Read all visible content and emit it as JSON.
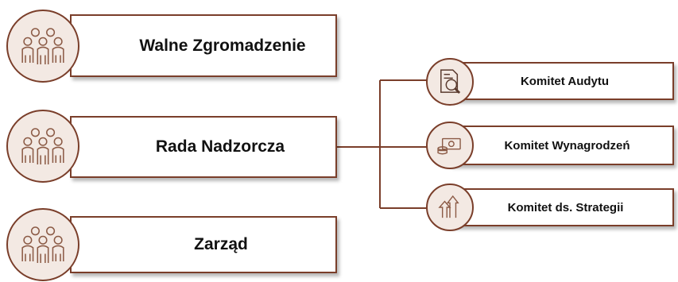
{
  "colors": {
    "border": "#7a3e2a",
    "circle_fill": "#f3e9e3",
    "icon_stroke": "#8b5a45",
    "text": "#111111"
  },
  "bodies": [
    {
      "label": "Walne Zgromadzenie",
      "icon": "people-group-icon"
    },
    {
      "label": "Rada Nadzorcza",
      "icon": "people-group-icon"
    },
    {
      "label": "Zarząd",
      "icon": "people-group-icon"
    }
  ],
  "committees": [
    {
      "label": "Komitet Audytu",
      "icon": "document-search-icon"
    },
    {
      "label": "Komitet Wynagrodzeń",
      "icon": "money-icon"
    },
    {
      "label": "Komitet ds. Strategii",
      "icon": "growth-arrows-icon"
    }
  ]
}
